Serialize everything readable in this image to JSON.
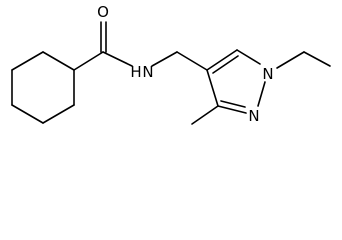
{
  "molecule": {
    "atom_labels": {
      "carbonyl_oxygen": "O",
      "amide_nitrogen": "H",
      "amide_nitrogen_symbol": "N",
      "pyrazole_n1": "N",
      "pyrazole_n2": "N"
    }
  },
  "colors": {
    "bond": "#000000",
    "text": "#000000",
    "background": "#ffffff"
  }
}
